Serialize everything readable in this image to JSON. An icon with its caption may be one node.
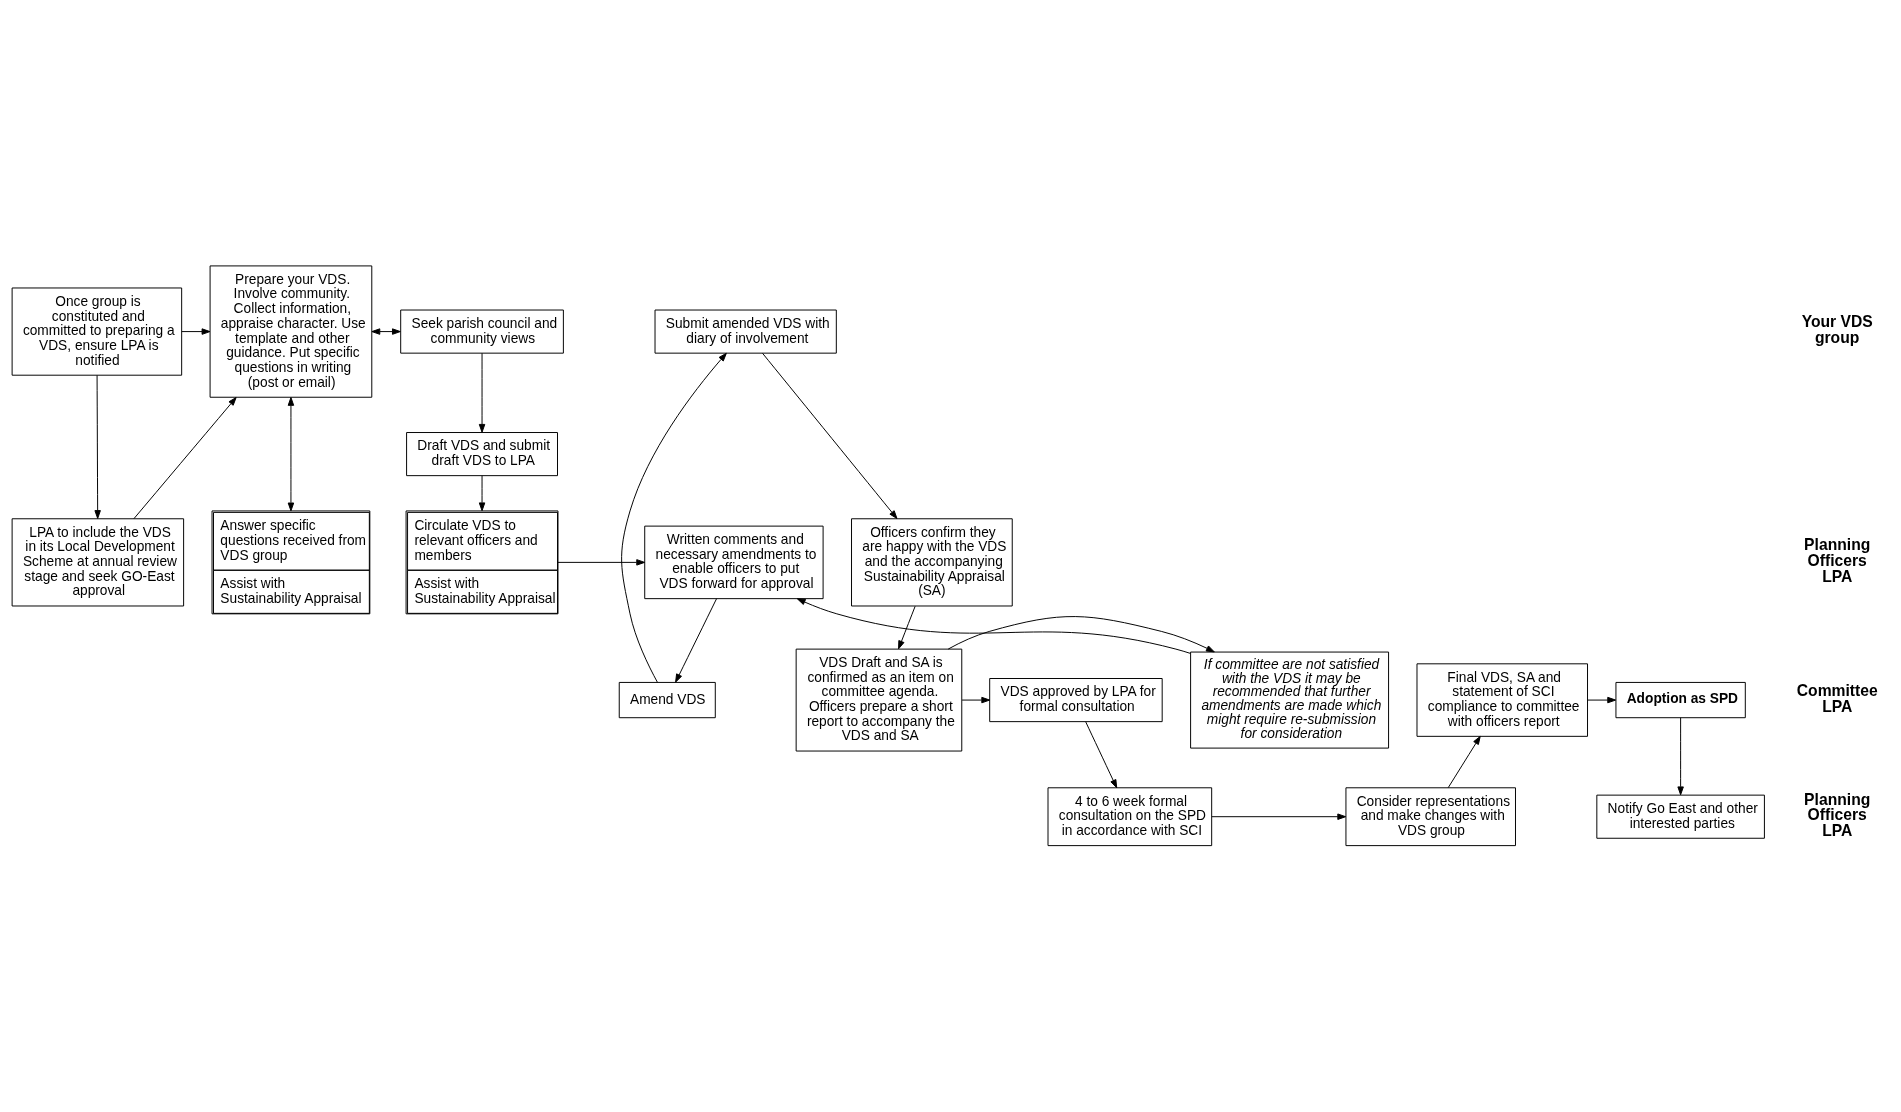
{
  "diagram": {
    "nodes": [
      {
        "text": [
          "Once group is constituted and committed to preparing a VDS, ensure LPA is notified"
        ]
      },
      {
        "text": [
          "Prepare your VDS. Involve community. Collect information, appraise character. Use template and other guidance. Put specific questions in writing (post or email)"
        ]
      },
      {
        "text": [
          "Seek parish council and community views"
        ]
      },
      {
        "text": [
          "Draft VDS and submit draft VDS to LPA"
        ]
      },
      {
        "text": [
          "Amend VDS"
        ]
      },
      {
        "text": [
          "Submit amended VDS with diary of involvement"
        ]
      },
      {
        "text": [
          "LPA to include the VDS in its Local Development Scheme at annual review stage and seek GO-East approval"
        ]
      },
      {
        "text": [
          "Answer specific questions received from VDS group",
          "Assist with Sustainability Appraisal"
        ]
      },
      {
        "text": [
          "Circulate VDS to relevant officers and members",
          "Assist with Sustainability Appraisal"
        ]
      },
      {
        "text": [
          "Written comments and necessary amendments to enable officers to put VDS forward for approval"
        ]
      },
      {
        "text": [
          "Officers confirm they are happy with the VDS and the accompanying Sustainability Appraisal (SA)"
        ]
      },
      {
        "text": [
          "If committee are not satisfied with the VDS it may be recommended that further amendments are made which might require re-submission for consideration"
        ]
      },
      {
        "text": [
          "VDS Draft and SA is confirmed as an item on committee agenda. Officers prepare a short report to accompany the VDS and SA"
        ]
      },
      {
        "text": [
          "Adoption as SPD"
        ]
      },
      {
        "text": [
          "Final VDS, SA and statement of SCI compliance to committee with officers report"
        ]
      },
      {
        "text": [
          "VDS approved by LPA for formal consultation"
        ]
      },
      {
        "text": [
          "Notify Go East and other interested parties"
        ]
      },
      {
        "text": [
          "Consider representations and make changes with VDS group"
        ]
      },
      {
        "text": [
          "4 to 6 week formal consultation on the SPD in accordance with SCI"
        ]
      }
    ],
    "edges": [
      {
        "from": 0,
        "to": 1,
        "arrow": "to"
      },
      {
        "from": 0,
        "to": 6,
        "arrow": "to"
      },
      {
        "from": 6,
        "to": 1,
        "arrow": "to"
      },
      {
        "from": 1,
        "to": 2,
        "arrow": "both"
      },
      {
        "from": 1,
        "to": 7,
        "arrow": "both"
      },
      {
        "from": 2,
        "to": 3,
        "arrow": "to"
      },
      {
        "from": 3,
        "to": 8,
        "arrow": "to"
      },
      {
        "from": 8,
        "to": 9,
        "arrow": "to"
      },
      {
        "from": 9,
        "to": 4,
        "arrow": "to"
      },
      {
        "from": 4,
        "to": 5,
        "arrow": "to"
      },
      {
        "from": 5,
        "to": 10,
        "arrow": "to"
      },
      {
        "from": 10,
        "to": 12,
        "arrow": "to"
      },
      {
        "from": 12,
        "to": 11,
        "arrow": "to"
      },
      {
        "from": 11,
        "to": 9,
        "arrow": "to"
      },
      {
        "from": 12,
        "to": 15,
        "arrow": "to"
      },
      {
        "from": 15,
        "to": 18,
        "arrow": "to"
      },
      {
        "from": 18,
        "to": 17,
        "arrow": "to"
      },
      {
        "from": 17,
        "to": 14,
        "arrow": "to"
      },
      {
        "from": 14,
        "to": 13,
        "arrow": "to"
      },
      {
        "from": 13,
        "to": 16,
        "arrow": "to"
      }
    ],
    "labels": [
      "Your VDS group",
      "Planning Officers LPA",
      "Committee LPA",
      "Planning Officers LPA"
    ]
  }
}
